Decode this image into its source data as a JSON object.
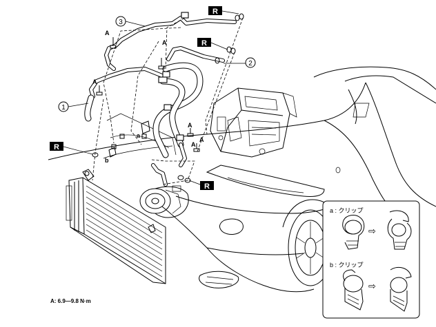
{
  "callouts": {
    "part_1": "1",
    "part_2": "2",
    "part_3": "3"
  },
  "marks": {
    "replace": "R",
    "torque_point": "A",
    "clip_a": "a",
    "clip_b": "b"
  },
  "inset": {
    "clip_a_label": "a : クリップ",
    "clip_b_label": "b : クリップ",
    "arrow_glyph": "⇨"
  },
  "torque_note": "A: 6.9—9.8 N·m"
}
